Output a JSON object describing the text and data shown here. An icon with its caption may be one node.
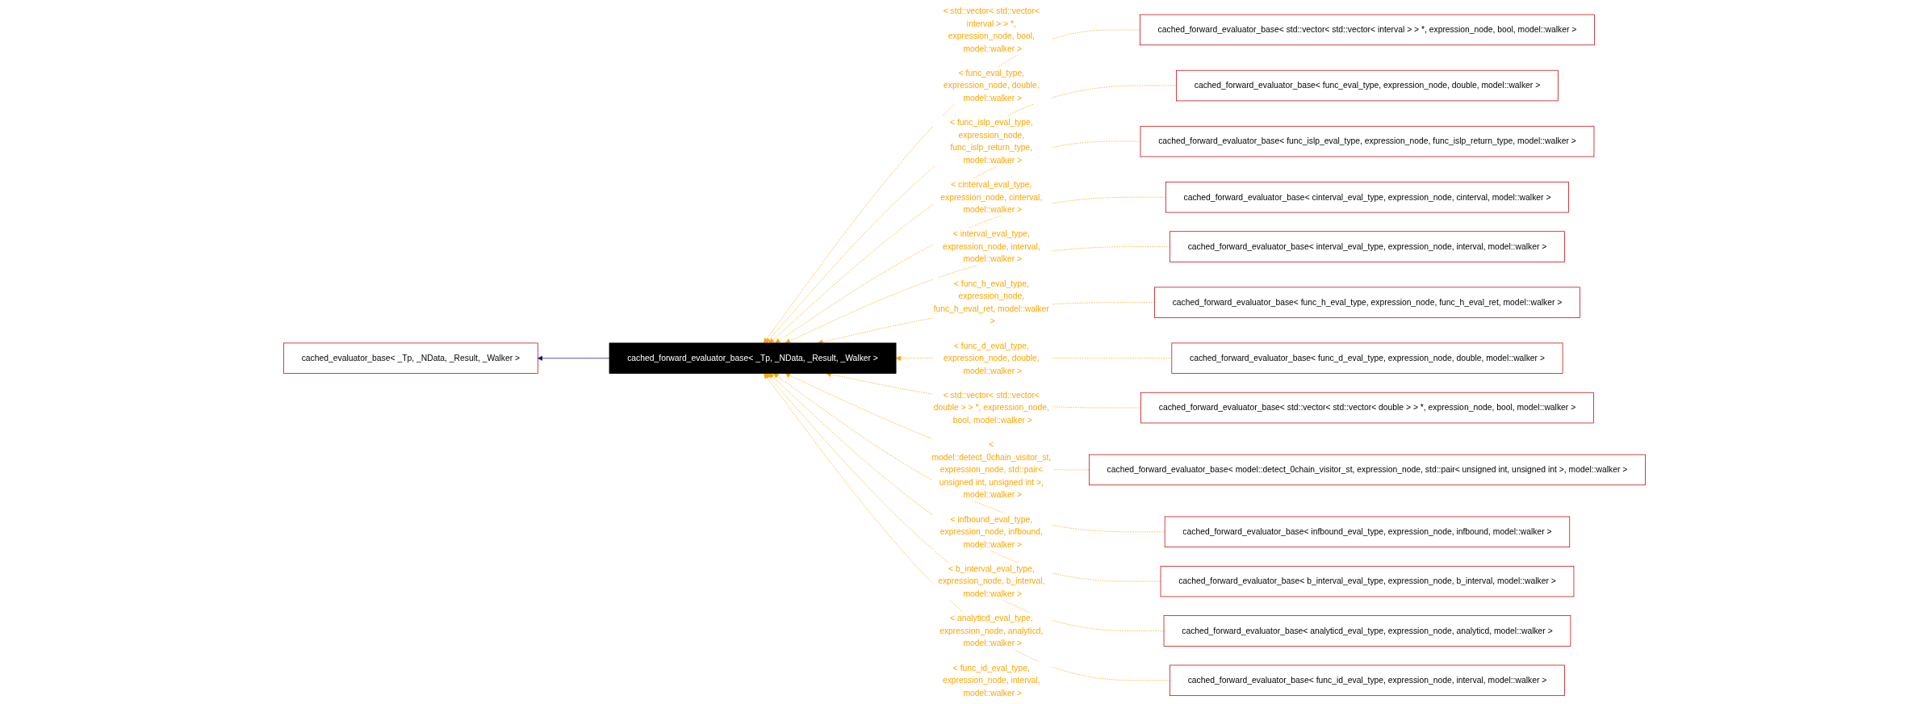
{
  "diagram": {
    "nodes": [
      {
        "text": [
          "cached_evaluator_base< _Tp, _NData, _Result, _Walker >"
        ]
      },
      {
        "text": [
          "cached_forward_evaluator_base< _Tp, _NData, _Result, _Walker >"
        ]
      },
      {
        "text": [
          "cached_forward_evaluator_base< std::vector< std::vector< interval > > *, expression_node, bool, model::walker >"
        ]
      },
      {
        "text": [
          "cached_forward_evaluator_base< func_eval_type, expression_node, double, model::walker >"
        ]
      },
      {
        "text": [
          "cached_forward_evaluator_base< func_islp_eval_type, expression_node, func_islp_return_type, model::walker >"
        ]
      },
      {
        "text": [
          "cached_forward_evaluator_base< cinterval_eval_type, expression_node, cinterval, model::walker >"
        ]
      },
      {
        "text": [
          "cached_forward_evaluator_base< interval_eval_type, expression_node, interval, model::walker >"
        ]
      },
      {
        "text": [
          "cached_forward_evaluator_base< func_h_eval_type, expression_node, func_h_eval_ret, model::walker >"
        ]
      },
      {
        "text": [
          "cached_forward_evaluator_base< func_d_eval_type, expression_node, double, model::walker >"
        ]
      },
      {
        "text": [
          "cached_forward_evaluator_base< std::vector< std::vector< double > > *, expression_node, bool, model::walker >"
        ]
      },
      {
        "text": [
          "cached_forward_evaluator_base< model::detect_0chain_visitor_st, expression_node, std::pair< unsigned int, unsigned int >, model::walker >"
        ]
      },
      {
        "text": [
          "cached_forward_evaluator_base< infbound_eval_type, expression_node, infbound, model::walker >"
        ]
      },
      {
        "text": [
          "cached_forward_evaluator_base< b_interval_eval_type, expression_node, b_interval, model::walker >"
        ]
      },
      {
        "text": [
          "cached_forward_evaluator_base< analyticd_eval_type, expression_node, analyticd, model::walker >"
        ]
      },
      {
        "text": [
          "cached_forward_evaluator_base< func_id_eval_type, expression_node, interval, model::walker >"
        ]
      }
    ],
    "edges": [
      {
        "from": 1,
        "to": 0,
        "arrow": "to",
        "color": "#191970"
      },
      {
        "from": 2,
        "to": 1,
        "arrow": "to",
        "style": "dashed",
        "label": "< std::vector< std::vector< interval > > *, expression_node, bool, model::walker >"
      },
      {
        "from": 3,
        "to": 1,
        "arrow": "to",
        "style": "dashed",
        "label": "< func_eval_type, expression_node, double, model::walker >"
      },
      {
        "from": 4,
        "to": 1,
        "arrow": "to",
        "style": "dashed",
        "label": "< func_islp_eval_type, expression_node, func_islp_return_type, model::walker >"
      },
      {
        "from": 5,
        "to": 1,
        "arrow": "to",
        "style": "dashed",
        "label": "< cinterval_eval_type, expression_node, cinterval, model::walker >"
      },
      {
        "from": 6,
        "to": 1,
        "arrow": "to",
        "style": "dashed",
        "label": "< interval_eval_type, expression_node, interval, model::walker >"
      },
      {
        "from": 7,
        "to": 1,
        "arrow": "to",
        "style": "dashed",
        "label": "< func_h_eval_type, expression_node, func_h_eval_ret, model::walker >"
      },
      {
        "from": 8,
        "to": 1,
        "arrow": "to",
        "style": "dashed",
        "label": "< func_d_eval_type, expression_node, double, model::walker >"
      },
      {
        "from": 9,
        "to": 1,
        "arrow": "to",
        "style": "dashed",
        "label": "< std::vector< std::vector< double > > *, expression_node, bool, model::walker >"
      },
      {
        "from": 10,
        "to": 1,
        "arrow": "to",
        "style": "dashed",
        "label": "< model::detect_0chain_visitor_st, expression_node, std::pair< unsigned int, unsigned int >, model::walker >"
      },
      {
        "from": 11,
        "to": 1,
        "arrow": "to",
        "style": "dashed",
        "label": "< infbound_eval_type, expression_node, infbound, model::walker >"
      },
      {
        "from": 12,
        "to": 1,
        "arrow": "to",
        "style": "dashed",
        "label": "< b_interval_eval_type, expression_node, b_interval, model::walker >"
      },
      {
        "from": 13,
        "to": 1,
        "arrow": "to",
        "style": "dashed",
        "label": "< analyticd_eval_type, expression_node, analyticd, model::walker >"
      },
      {
        "from": 14,
        "to": 1,
        "arrow": "to",
        "style": "dashed",
        "label": "< func_id_eval_type, expression_node, interval, model::walker >"
      }
    ]
  }
}
